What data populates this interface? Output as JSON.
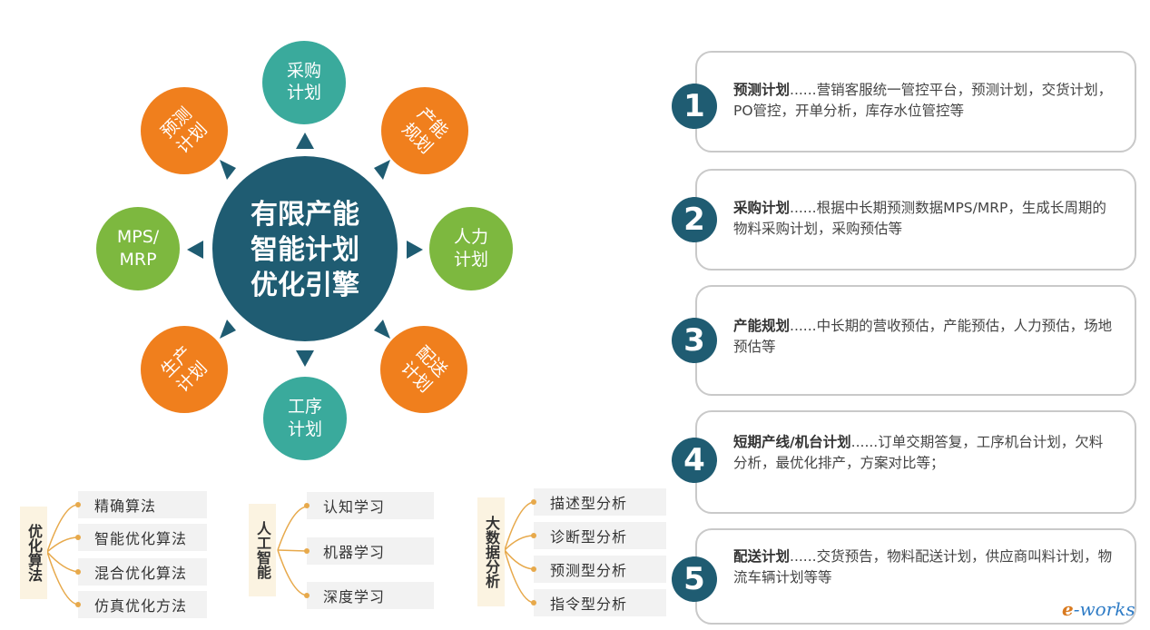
{
  "hub": {
    "lines": [
      "有限产能",
      "智能计划",
      "优化引擎"
    ],
    "color": "#1f5c72"
  },
  "satellites": [
    {
      "id": "purchase",
      "lines": [
        "采购",
        "计划"
      ],
      "color": "#3aaa9c"
    },
    {
      "id": "capacity",
      "lines": [
        "产能",
        "规划"
      ],
      "color": "#f07f1d"
    },
    {
      "id": "manpower",
      "lines": [
        "人力",
        "计划"
      ],
      "color": "#7db83f"
    },
    {
      "id": "delivery",
      "lines": [
        "配送",
        "计划"
      ],
      "color": "#f07f1d"
    },
    {
      "id": "process",
      "lines": [
        "工序",
        "计划"
      ],
      "color": "#3aaa9c"
    },
    {
      "id": "production",
      "lines": [
        "生产",
        "计划"
      ],
      "color": "#f07f1d"
    },
    {
      "id": "mrp",
      "lines": [
        "MPS/",
        "MRP"
      ],
      "color": "#7db83f"
    },
    {
      "id": "forecast",
      "lines": [
        "预测",
        "计划"
      ],
      "color": "#f07f1d"
    }
  ],
  "cards": [
    {
      "num": "1",
      "title": "预测计划",
      "text": "......营销客服统一管控平台，预测计划，交货计划，PO管控，开单分析，库存水位管控等"
    },
    {
      "num": "2",
      "title": "采购计划",
      "text": "......根据中长期预测数据MPS/MRP，生成长周期的物料采购计划，采购预估等"
    },
    {
      "num": "3",
      "title": "产能规划",
      "text": "......中长期的营收预估，产能预估，人力预估，场地预估等"
    },
    {
      "num": "4",
      "title": "短期产线/机台计划",
      "text": "......订单交期答复，工序机台计划，欠料分析，最优化排产，方案对比等；"
    },
    {
      "num": "5",
      "title": "配送计划",
      "text": "......交货预告，物料配送计划，供应商叫料计划，物流车辆计划等等"
    }
  ],
  "groups": [
    {
      "label": "优化算法",
      "items": [
        "精确算法",
        "智能优化算法",
        "混合优化算法",
        "仿真优化方法"
      ]
    },
    {
      "label": "人工智能",
      "items": [
        "认知学习",
        "机器学习",
        "深度学习"
      ]
    },
    {
      "label": "大数据分析",
      "items": [
        "描述型分析",
        "诊断型分析",
        "预测型分析",
        "指令型分析"
      ]
    }
  ],
  "logo": {
    "prefix": "e",
    "suffix": "-works"
  }
}
